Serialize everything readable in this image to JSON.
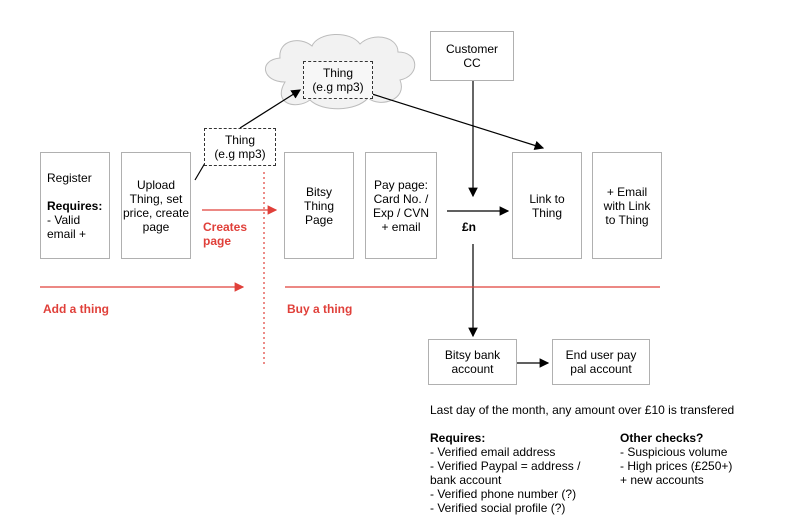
{
  "boxes": {
    "register": {
      "title": "Register",
      "req_label": "Requires:",
      "req_text": "- Valid email +"
    },
    "upload": "Upload Thing, set price, create page",
    "thing_small": "Thing\n(e.g mp3)",
    "thing_cloud": "Thing\n(e.g mp3)",
    "customer_cc": "Customer\nCC",
    "bitsy_thing_page": "Bitsy\nThing\nPage",
    "pay_page": "Pay page:\nCard No. /\nExp / CVN\n+ email",
    "link_to_thing": "Link to\nThing",
    "email_link": "+ Email\nwith Link\nto Thing",
    "bitsy_bank": "Bitsy bank\naccount",
    "paypal_account": "End user pay\npal account"
  },
  "labels": {
    "currency": "£n",
    "creates_page": "Creates\npage",
    "add_thing": "Add a thing",
    "buy_thing": "Buy a thing",
    "transfer_note": "Last day of the month, any amount over £10 is transfered"
  },
  "requires": {
    "heading": "Requires:",
    "items": [
      "- Verified email address",
      "- Verified Paypal = address / bank account",
      "- Verified phone number (?)",
      "- Verified social profile (?)"
    ]
  },
  "other_checks": {
    "heading": "Other checks?",
    "items": [
      "- Suspicious volume",
      "- High prices (£250+)",
      "+ new accounts"
    ]
  },
  "colors": {
    "accent": "#e0403a",
    "box_border": "#b0b0b0",
    "cloud_fill": "#f2f2f2"
  }
}
